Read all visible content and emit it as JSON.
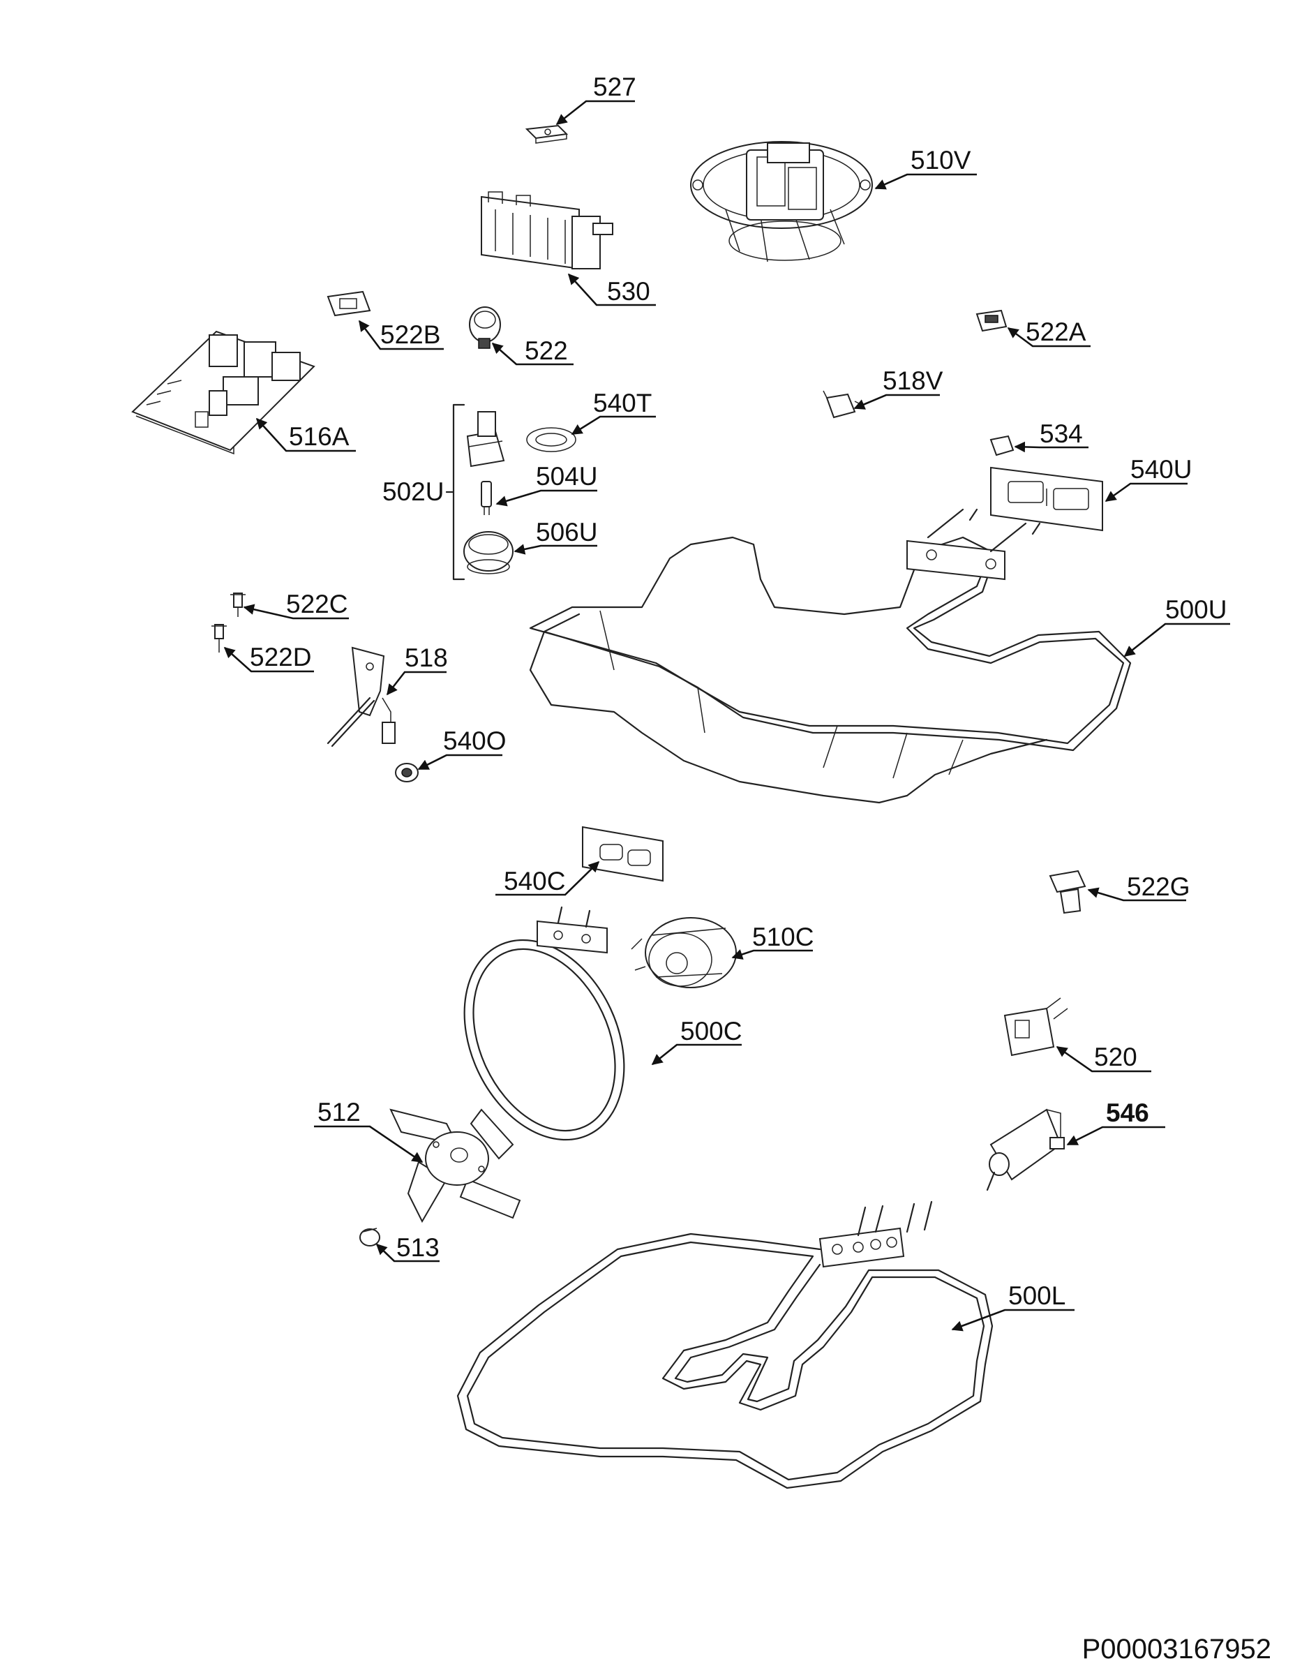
{
  "document_number": "P00003167952",
  "group_label": "502U",
  "labels": [
    "527",
    "510V",
    "530",
    "522B",
    "522",
    "522A",
    "516A",
    "540T",
    "518V",
    "534",
    "540U",
    "504U",
    "506U",
    "500U",
    "522C",
    "522D",
    "518",
    "540O",
    "540C",
    "522G",
    "510C",
    "500C",
    "520",
    "512",
    "546",
    "513",
    "500L"
  ]
}
